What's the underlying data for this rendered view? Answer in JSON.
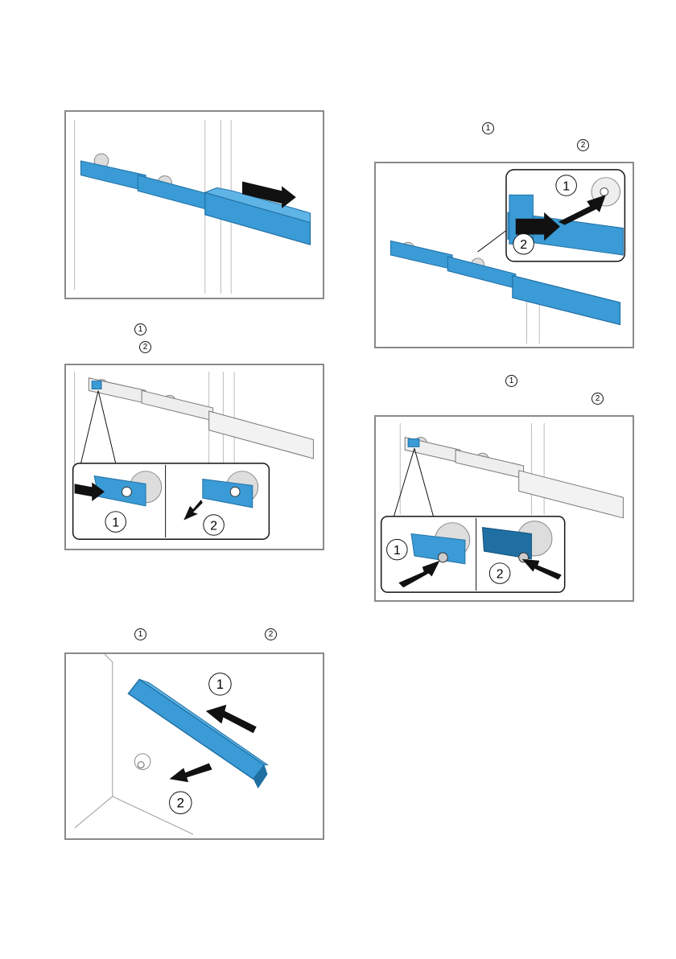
{
  "figure_labels": {
    "one": "1",
    "two": "2"
  },
  "step_markers": [
    {
      "id": "marker-a1",
      "label": "1"
    },
    {
      "id": "marker-a2",
      "label": "2"
    },
    {
      "id": "marker-b1",
      "label": "1"
    },
    {
      "id": "marker-b2",
      "label": "2"
    },
    {
      "id": "marker-c1",
      "label": "1"
    },
    {
      "id": "marker-c2",
      "label": "2"
    },
    {
      "id": "marker-d1",
      "label": "1"
    },
    {
      "id": "marker-d2",
      "label": "2"
    }
  ],
  "colors": {
    "rail_blue": "#3a9bd6",
    "rail_dark": "#1f6fa3",
    "frame": "#8a8a8a",
    "rail_grey": "#e6e6e6"
  },
  "icons": [
    "arrow-right-icon",
    "circled-number-icon",
    "telescopic-rail-icon",
    "magnifier-callout-icon"
  ]
}
